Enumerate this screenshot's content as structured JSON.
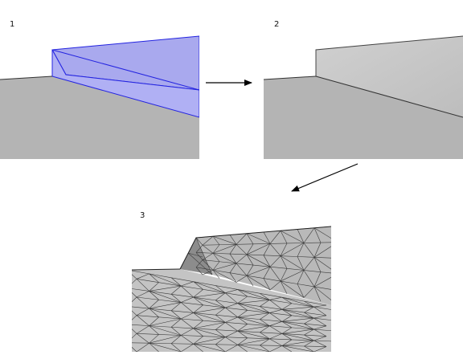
{
  "steps": [
    {
      "label": "1",
      "description_hidden": ""
    },
    {
      "label": "2"
    },
    {
      "label": "3"
    }
  ],
  "colors": {
    "surface": "#b4b4b4",
    "surface_light": "#c8c8c8",
    "selection_fill": "#a9a9ee",
    "selection_edge": "#2323e0",
    "edge": "#333333",
    "arrow": "#000000"
  }
}
